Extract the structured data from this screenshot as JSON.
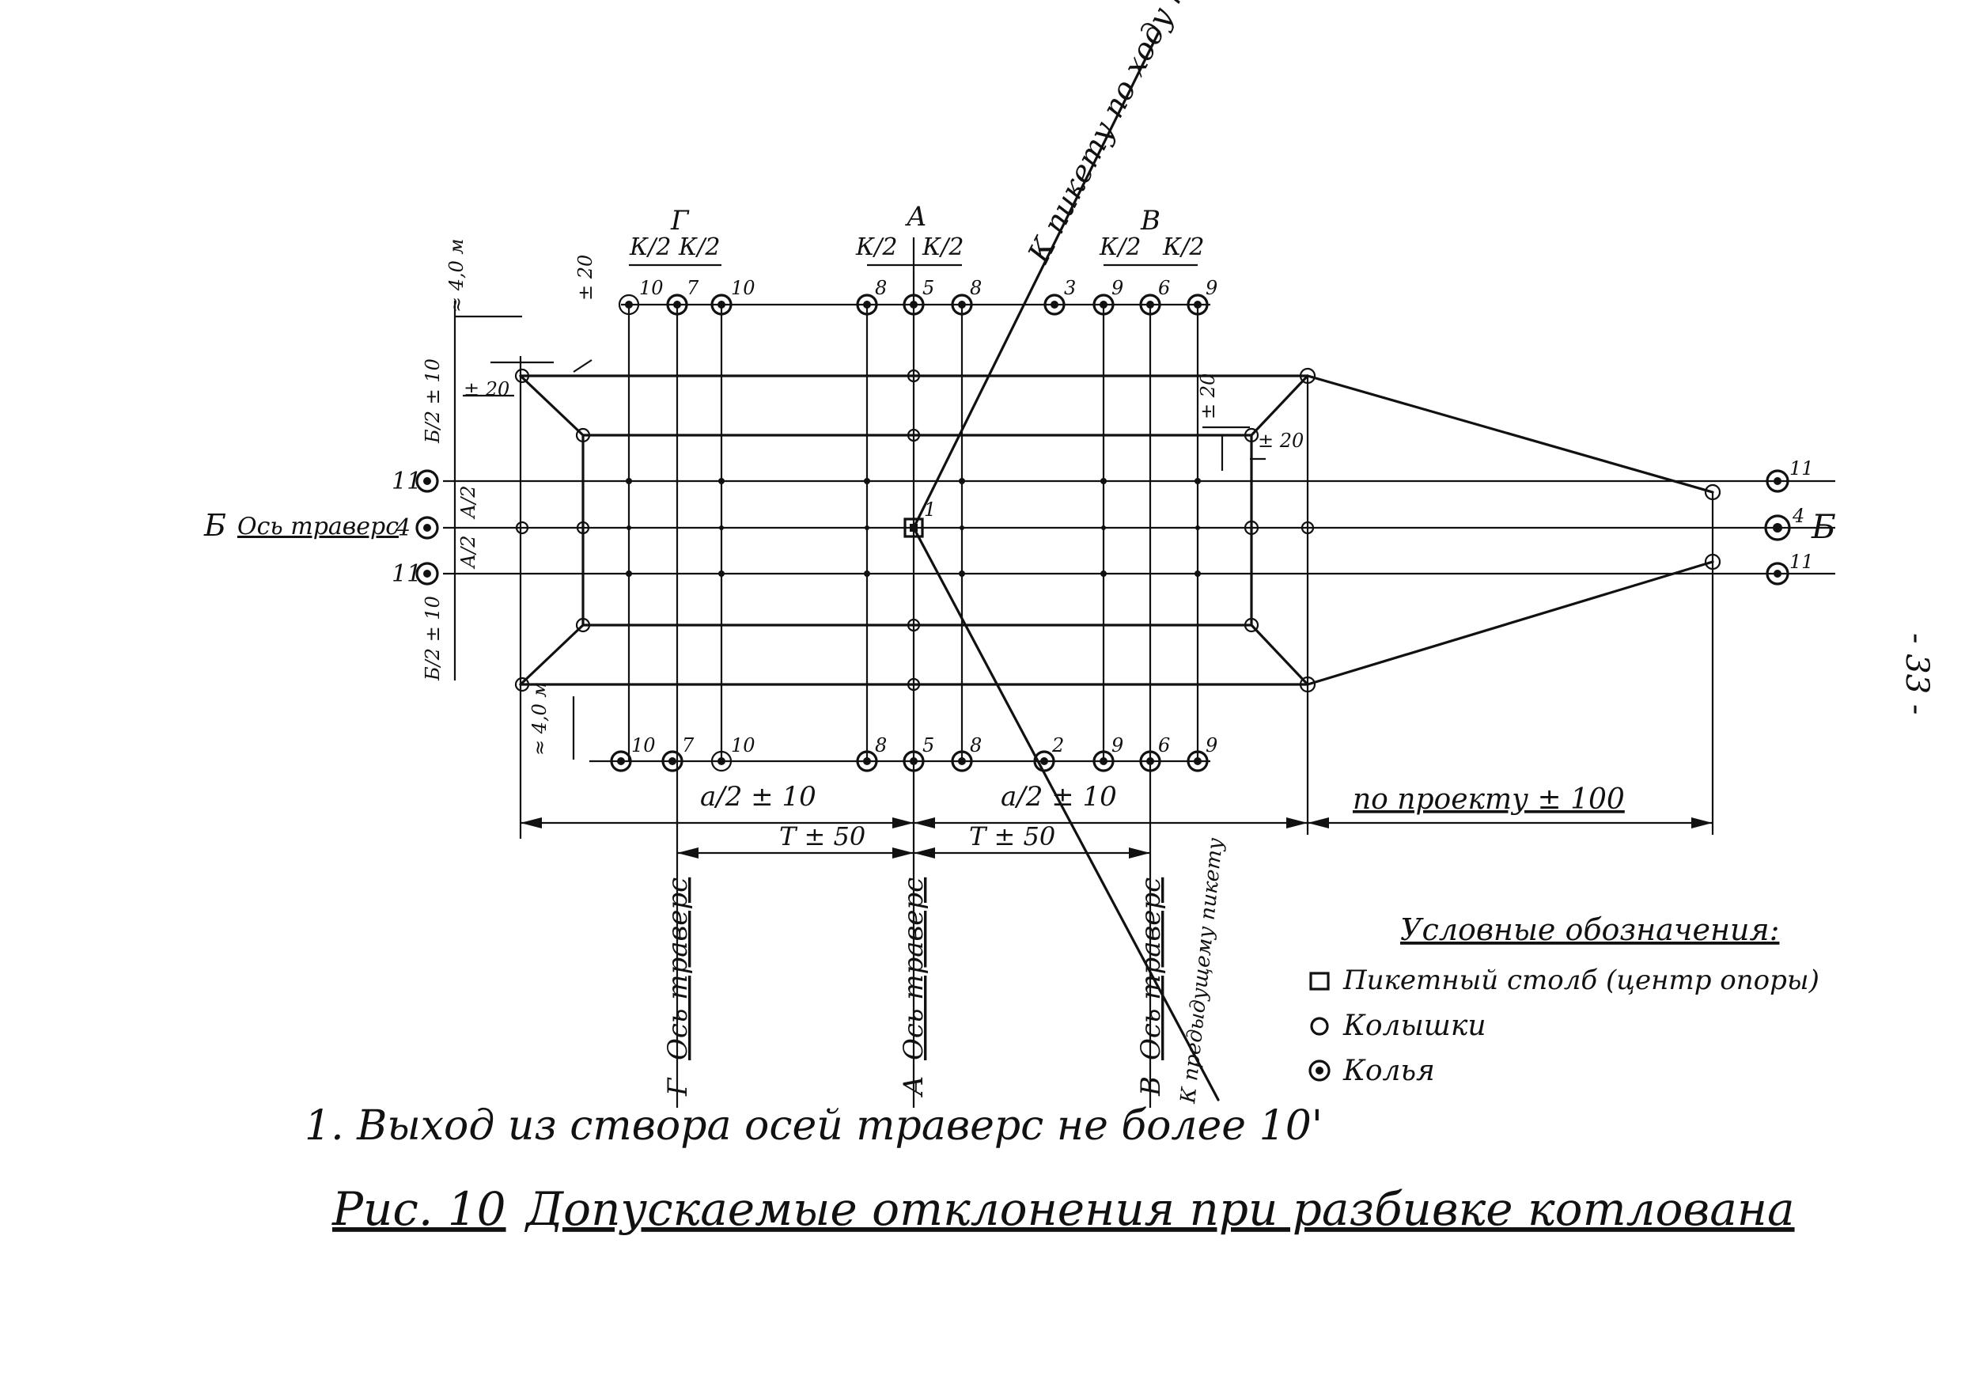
{
  "diagram": {
    "page_number": "- 33 -",
    "axis_labels": {
      "b_left": "Б",
      "b_left_text": "Ось траверс",
      "b_right": "Б",
      "b_stake_top": "11",
      "b_stake_mid": "4",
      "b_stake_bot": "11",
      "right_stake_top": "11",
      "right_stake_mid": "4",
      "right_stake_bot": "11"
    },
    "traverse_axes": [
      {
        "letter": "Г",
        "label": "Ось траверс"
      },
      {
        "letter": "А",
        "label": "Ось траверс"
      },
      {
        "letter": "В",
        "label": "Ось траверс"
      }
    ],
    "top_letters": {
      "g": "Г",
      "a": "А",
      "v": "В"
    },
    "top_numbers": [
      "10",
      "7",
      "10",
      "8",
      "5",
      "8",
      "3",
      "9",
      "6",
      "9"
    ],
    "bottom_numbers": [
      "10",
      "7",
      "10",
      "8",
      "5",
      "8",
      "2",
      "9",
      "6",
      "9"
    ],
    "picket_number": "1",
    "k_labels": [
      "К/2",
      "К/2",
      "К/2",
      "К/2",
      "К/2",
      "К/2"
    ],
    "diag_upper": "К пикету по ходу трассы",
    "diag_lower": "К предыдущему пикету",
    "dimensions": {
      "top_left": "≈ 4,0 м",
      "tol_20_top": "± 20",
      "tol_20_left": "± 20",
      "tol_20_right_a": "± 20",
      "tol_20_right_b": "± 20",
      "b2_top": "Б/2 ± 10",
      "b2_bot": "Б/2 ± 10",
      "a2_top": "А/2",
      "a2_bot": "А/2",
      "bottom_4m": "≈ 4,0 м",
      "a_half_left": "а/2 ± 10",
      "a_half_right": "а/2 ± 10",
      "t_left": "Т ± 50",
      "t_right": "Т ± 50",
      "project": "по проекту ± 100"
    },
    "legend": {
      "title": "Условные обозначения:",
      "items": [
        {
          "icon": "square-marker-icon",
          "label": "Пикетный столб (центр опоры)"
        },
        {
          "icon": "ring-marker-icon",
          "label": "Колышки"
        },
        {
          "icon": "double-ring-marker-icon",
          "label": "Колья"
        }
      ]
    },
    "note": "1. Выход из створа осей траверс не более 10'",
    "caption_prefix": "Рис. 10",
    "caption_text": "Допускаемые отклонения при разбивке котлована"
  }
}
